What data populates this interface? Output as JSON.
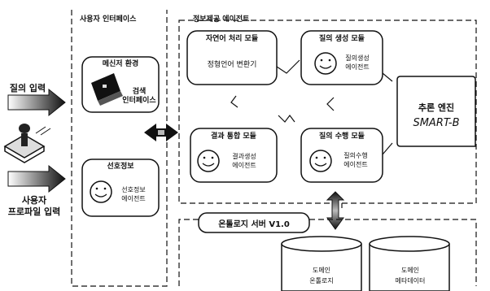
{
  "labels": {
    "query_input": "질의 입력",
    "user_profile_input": "사용자\n프로파일 입력",
    "user_interface": "사용자 인터페이스",
    "info_agent": "정보제공 에이전트",
    "messenger_env": "메신저 환경",
    "search_interface": "검색\n인터페이스",
    "preference_info": "선호정보",
    "preference_agent": "선호정보\n에이전트",
    "nlp_module": "자연어 처리 모듈",
    "nlp_text": "정형언어 변환기",
    "query_gen_module": "질의 생성 모듈",
    "query_gen_agent": "질의생성\n에이전트",
    "result_module": "결과 통합 모듈",
    "result_agent": "결과생성\n에이전트",
    "query_exec_module": "질의 수행 모듈",
    "query_exec_agent": "질의수행\n에이전트",
    "engine_title": "추론 엔진",
    "engine_name": "SMART-B",
    "ontology_server": "온톨로지 서버 V1.0",
    "domain_ontology": "도메인\n온톨로지",
    "domain_metadata": "도메인\n메타데이터"
  },
  "colors": {
    "arrow_gradient_start": "#ffffff",
    "arrow_gradient_end": "#111111",
    "line": "#111111",
    "box_fill": "#ffffff"
  },
  "icons": [
    "user-figure-icon",
    "computer-icon",
    "smiley-face-icon",
    "database-cylinder-icon",
    "double-arrow-icon"
  ]
}
